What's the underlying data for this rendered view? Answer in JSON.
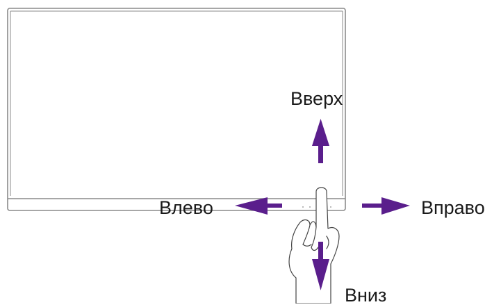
{
  "labels": {
    "up": "Вверх",
    "left": "Влево",
    "right": "Вправо",
    "down": "Вниз"
  },
  "colors": {
    "arrow": "#5a1e8c",
    "outline": "#8a8a8a",
    "hand": "#444444",
    "text": "#1a1a1a"
  },
  "icons": {
    "monitor": "monitor-icon",
    "hand": "pointing-hand-icon"
  }
}
